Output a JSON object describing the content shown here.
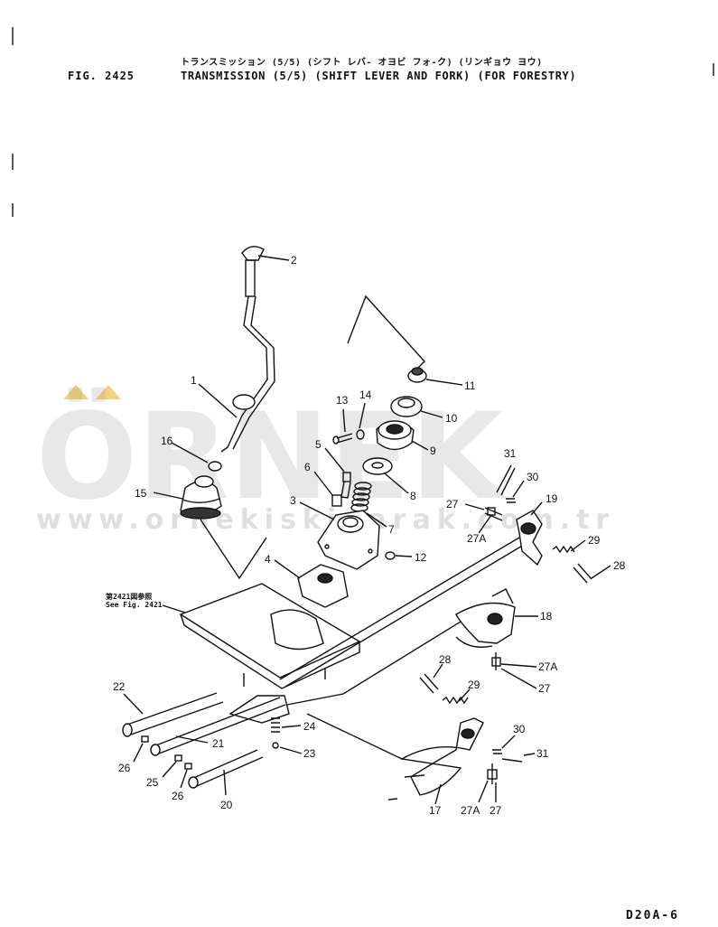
{
  "header": {
    "fig_number": "FIG. 2425",
    "title_jp": "トランスミッション (5/5) (シフト レバ- オヨビ フォ-ク) (リンギョウ ヨウ)",
    "title_en": "TRANSMISSION (5/5) (SHIFT LEVER AND FORK) (FOR FORESTRY)"
  },
  "reference": {
    "jp": "第2421図参照",
    "en": "See Fig. 2421"
  },
  "watermark": {
    "brand": "ÖRNEK",
    "url": "www.ornekiskinarak.com.tr",
    "color": "#9a9a9a",
    "accent": "#f2d27a"
  },
  "callouts": {
    "c1": "1",
    "c2": "2",
    "c3": "3",
    "c4": "4",
    "c5": "5",
    "c6": "6",
    "c7": "7",
    "c8": "8",
    "c9": "9",
    "c10": "10",
    "c11": "11",
    "c12": "12",
    "c13": "13",
    "c14": "14",
    "c15": "15",
    "c16": "16",
    "c17": "17",
    "c18": "18",
    "c19": "19",
    "c20": "20",
    "c21": "21",
    "c22": "22",
    "c23": "23",
    "c24": "24",
    "c25": "25",
    "c26a": "26",
    "c26b": "26",
    "c27a": "27",
    "c27Aa": "27A",
    "c27b": "27",
    "c27Ab": "27A",
    "c27c": "27",
    "c27Ac": "27A",
    "c28a": "28",
    "c28b": "28",
    "c29a": "29",
    "c29b": "29",
    "c30a": "30",
    "c30b": "30",
    "c31a": "31",
    "c31b": "31"
  },
  "footer": {
    "doc_code": "D20A-6"
  }
}
